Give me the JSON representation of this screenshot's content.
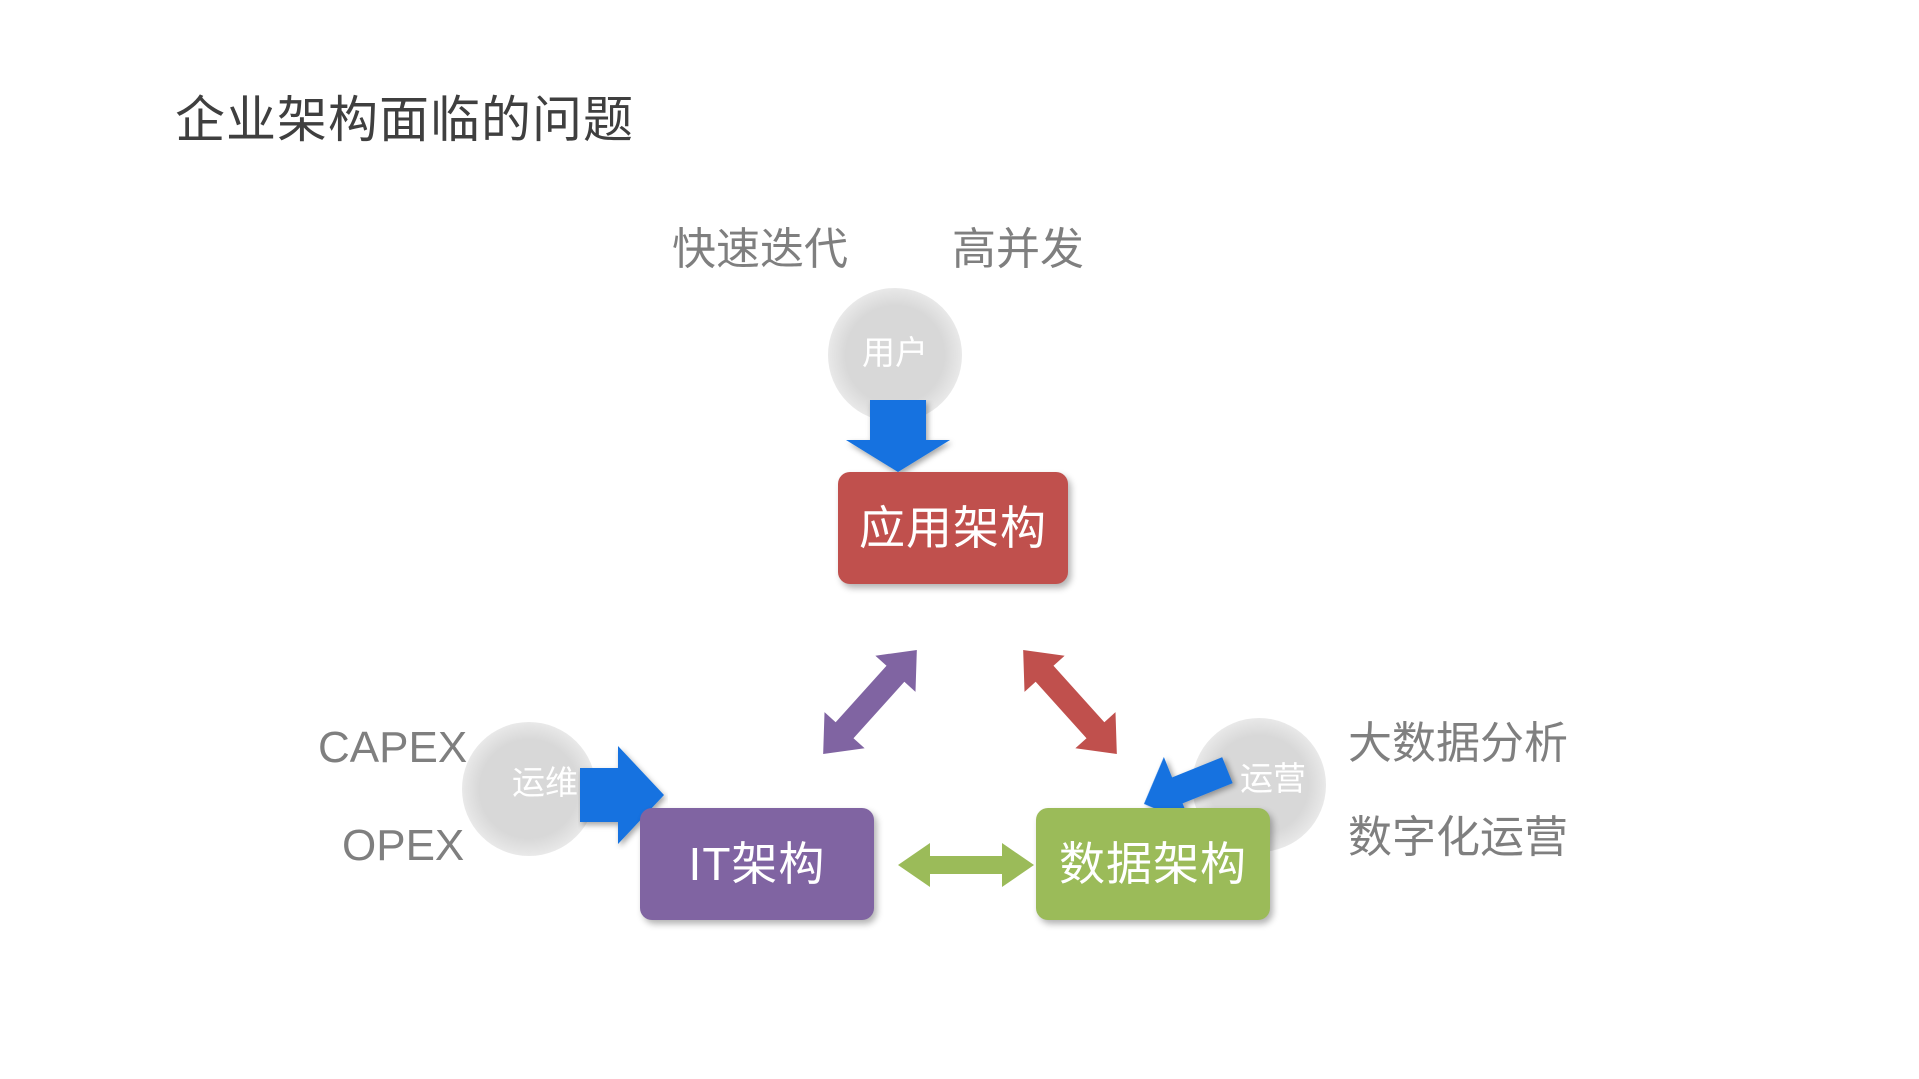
{
  "slide": {
    "title": "企业架构面临的问题",
    "background_color": "#ffffff",
    "title_color": "#3f3f3f"
  },
  "labels": {
    "fast_iteration": "快速迭代",
    "high_concurrency": "高并发",
    "capex": "CAPEX",
    "opex": "OPEX",
    "big_data_analysis": "大数据分析",
    "digital_operations": "数字化运营",
    "color": "#7f7f7f"
  },
  "actors": {
    "user": "用户",
    "ops": "运维",
    "business_ops": "运营",
    "blob_color": "#d8d8d8",
    "text_color": "#ffffff"
  },
  "boxes": [
    {
      "id": "application",
      "label": "应用架构",
      "color": "#c0504d"
    },
    {
      "id": "it",
      "label": "IT架构",
      "color": "#8064a2"
    },
    {
      "id": "data",
      "label": "数据架构",
      "color": "#9bbb59"
    }
  ],
  "arrows": [
    {
      "name": "user-to-application",
      "direction": "down",
      "color": "#1272e0"
    },
    {
      "name": "ops-to-it",
      "direction": "right",
      "color": "#1272e0"
    },
    {
      "name": "business-ops-to-data",
      "direction": "left-down",
      "color": "#1272e0"
    },
    {
      "name": "application-it",
      "direction": "bidirectional",
      "color": "#8064a2"
    },
    {
      "name": "application-data",
      "direction": "bidirectional",
      "color": "#c0504d"
    },
    {
      "name": "it-data",
      "direction": "bidirectional",
      "color": "#9bbb59"
    }
  ]
}
